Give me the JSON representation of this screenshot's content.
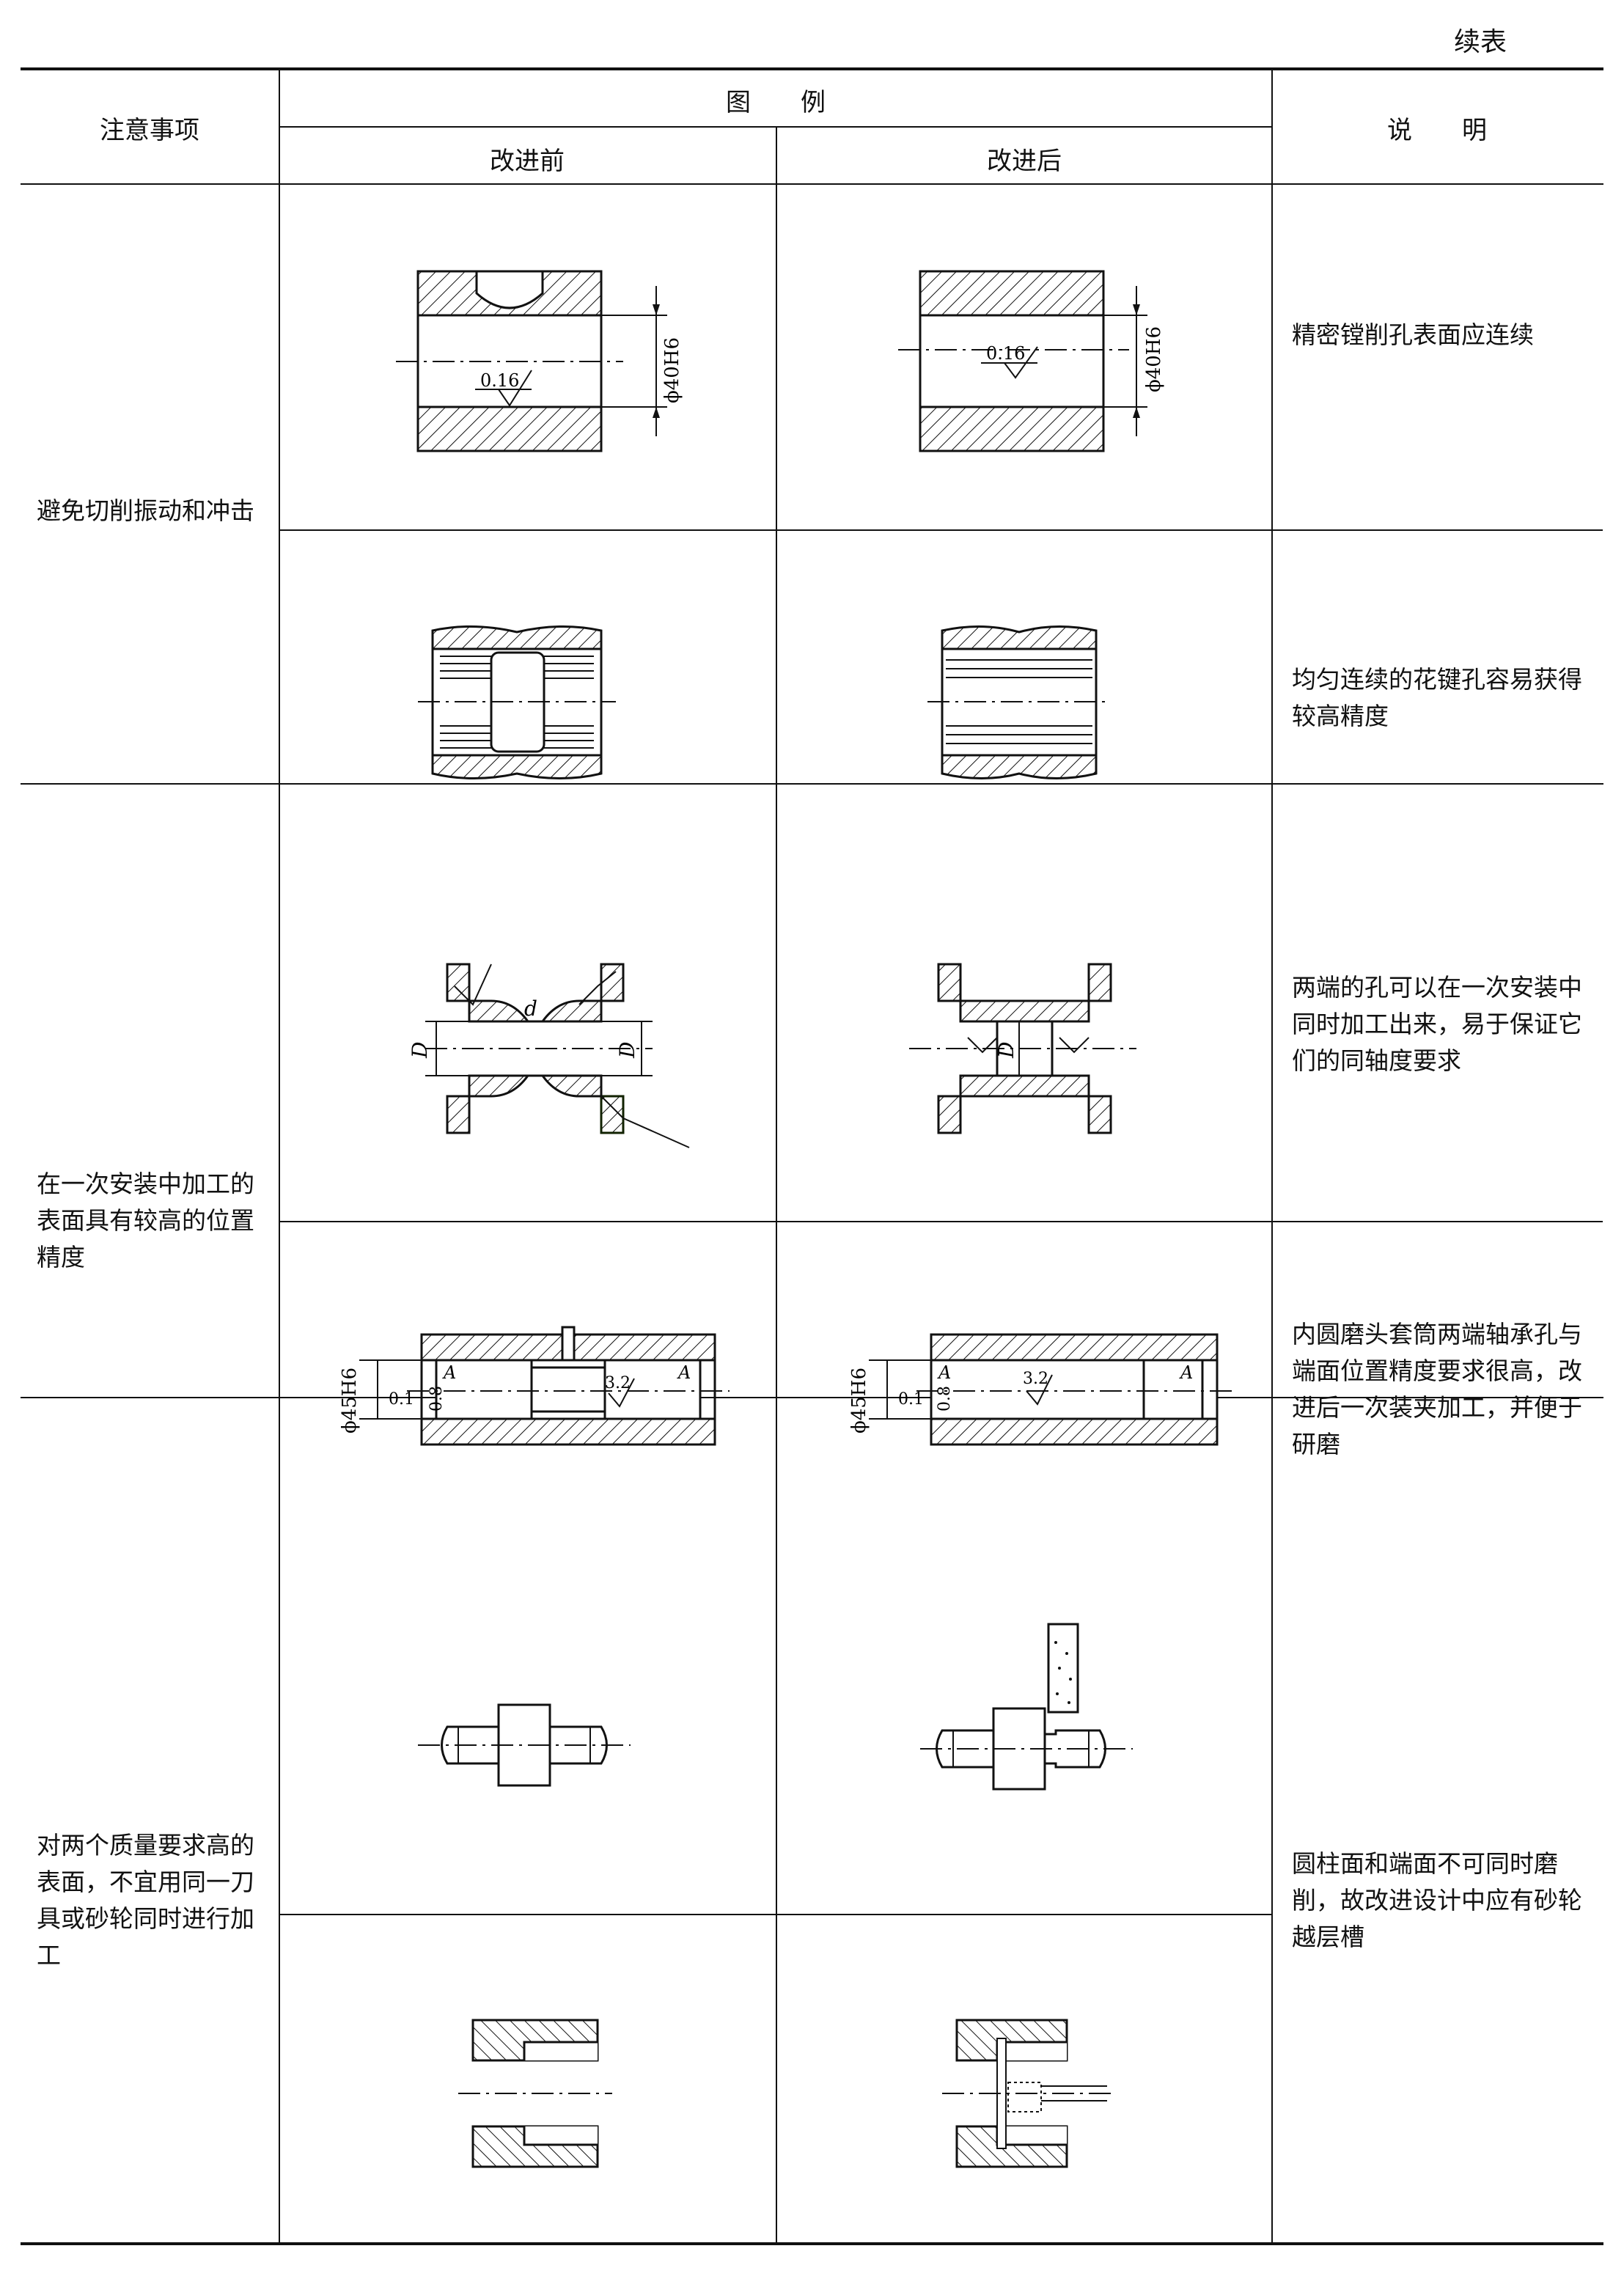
{
  "continuation": "续表",
  "header": {
    "col_notes": "注意事项",
    "col_figures": "图　　例",
    "col_before": "改进前",
    "col_after": "改进后",
    "col_explain": "说　　明"
  },
  "groups": [
    {
      "note": "避免切削振动和冲击",
      "rows": [
        {
          "explain": "精密镗削孔表面应连续",
          "labels": {
            "dim": "ϕ40H6",
            "rough": "0.16"
          }
        },
        {
          "explain": "均匀连续的花键孔容易获得较高精度"
        }
      ]
    },
    {
      "note": "在一次安装中加工的表面具有较高的位置精度",
      "rows": [
        {
          "explain": "两端的孔可以在一次安装中同时加工出来，易于保证它们的同轴度要求",
          "labels": {
            "D": "D",
            "d": "d"
          }
        },
        {
          "explain": "内圆磨头套筒两端轴承孔与端面位置精度要求很高，改进后一次装夹加工，并便于研磨",
          "labels": {
            "dim": "ϕ45H6",
            "tol1": "0.1",
            "tol2": "0.8",
            "datum": "A",
            "rough": "3.2"
          }
        }
      ]
    },
    {
      "note": "对两个质量要求高的表面，不宜用同一刀具或砂轮同时进行加工",
      "rows": [
        {
          "explain": "圆柱面和端面不可同时磨削，故改进设计中应有砂轮越层槽"
        },
        {
          "explain": ""
        }
      ]
    }
  ]
}
